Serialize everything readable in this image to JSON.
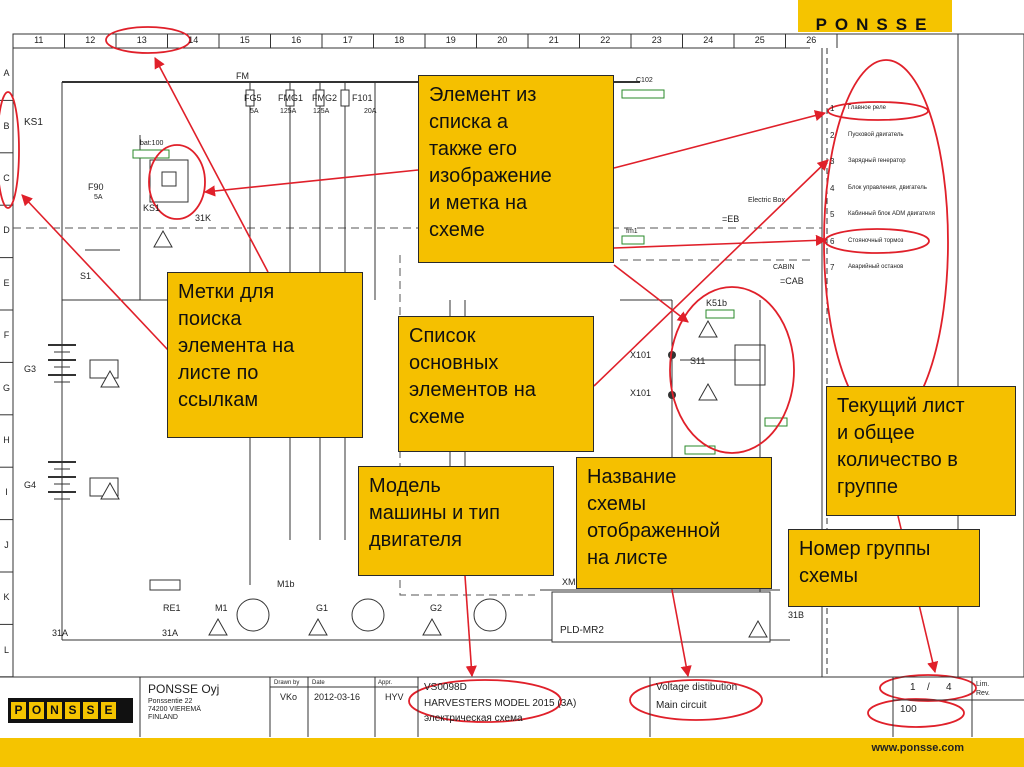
{
  "header": {
    "columns": [
      "11",
      "12",
      "13",
      "14",
      "15",
      "16",
      "17",
      "18",
      "19",
      "20",
      "21",
      "22",
      "23",
      "24",
      "25",
      "26"
    ],
    "brand": "PONSSE"
  },
  "rows": [
    "A",
    "B",
    "C",
    "D",
    "E",
    "F",
    "G",
    "H",
    "I",
    "J",
    "K",
    "L"
  ],
  "component_list": [
    {
      "num": "1",
      "label": "Главное реле"
    },
    {
      "num": "2",
      "label": "Пусковой двигатель"
    },
    {
      "num": "3",
      "label": "Зарядный генератор"
    },
    {
      "num": "4",
      "label": "Блок управления, двигатель"
    },
    {
      "num": "5",
      "label": "Кабинный блок ADM двигателя"
    },
    {
      "num": "6",
      "label": "Стояночный тормоз"
    },
    {
      "num": "7",
      "label": "Аварийный останов"
    }
  ],
  "schematic_labels": {
    "fm": "FM",
    "fg5": "FG5",
    "fmg1": "FMG1",
    "fmg2": "FMG2",
    "f101": "F101",
    "a5": "5A",
    "a125": "125A",
    "a125b": "125A",
    "a20": "20A",
    "ks1_top": "KS1",
    "bat100": "bat:100",
    "f90": "F90",
    "f90a": "5A",
    "ks1": "KS1",
    "k31": "31K",
    "s1": "S1",
    "g3": "G3",
    "g4": "G4",
    "re1": "RE1",
    "m1": "M1",
    "m1b": "M1b",
    "g1": "G1",
    "g2": "G2",
    "a31_left": "31A",
    "a31_mid": "31A",
    "x101a": "X101",
    "x101b": "X101",
    "s11": "S11",
    "k51b": "K51b",
    "cabin": "CABIN",
    "ecb": "=EB",
    "cab": "=CAB",
    "electric_box": "Electric Box",
    "pld": "PLD-MR2",
    "b31": "31B",
    "xm": "XM",
    "fm1": "fm1",
    "c102": "C102"
  },
  "callouts": {
    "element": "Элемент из\nсписка а\nтакже его\nизображение\nи метка на\nсхеме",
    "search_labels": "Метки для\nпоиска\nэлемента на\nлисте по\nссылкам",
    "main_list": "Список\nосновных\nэлементов на\nсхеме",
    "current_sheet": "Текущий лист\nи общее\nколичество в\nгруппе",
    "model": "Модель\nмашины и тип\nдвигателя",
    "diagram_name": "Название\nсхемы\nотображенной\nна листе",
    "group_number": "Номер группы\nсхемы"
  },
  "title_block": {
    "company": "PONSSE Oyj",
    "address": [
      "Ponssentie 22",
      "74200 VIEREMÄ",
      "FINLAND"
    ],
    "drawn_by_label": "Drawn by",
    "date_label": "Date",
    "appr_label": "Appr.",
    "drawn_by": "VKo",
    "date": "2012-03-16",
    "appr": "HYV",
    "doc_code": "VS0098D",
    "model": "HARVESTERS MODEL 2015 (3A)",
    "model_type": "электрическая схема",
    "diagram_title": "Voltage distibution",
    "diagram_subtitle": "Main circuit",
    "sheet": "1",
    "sheet_sep": "/",
    "sheet_total": "4",
    "group": "100",
    "lim": "Lim.",
    "rev": "Rev."
  },
  "footer": {
    "website": "www.ponsse.com"
  },
  "colors": {
    "accent": "#f5c400",
    "annotation": "#e0202a",
    "wire": "#333333"
  }
}
